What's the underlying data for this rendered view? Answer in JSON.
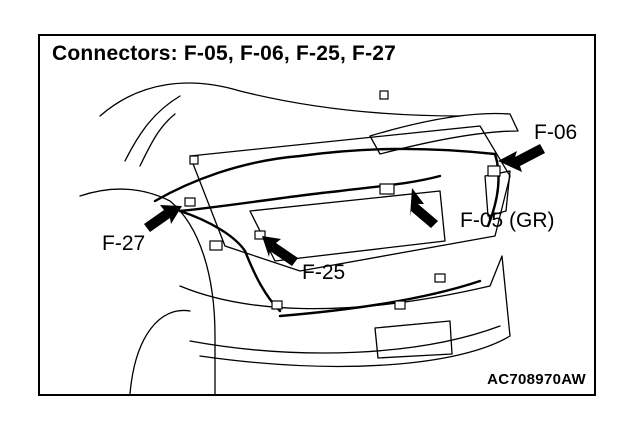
{
  "diagram": {
    "title": "Connectors: F-05, F-06, F-25, F-27",
    "figure_id": "AC708970AW",
    "callouts": [
      {
        "id": "f06",
        "label": "F-06"
      },
      {
        "id": "f05",
        "label": "F-05 (GR)"
      },
      {
        "id": "f27",
        "label": "F-27"
      },
      {
        "id": "f25",
        "label": "F-25"
      }
    ]
  }
}
